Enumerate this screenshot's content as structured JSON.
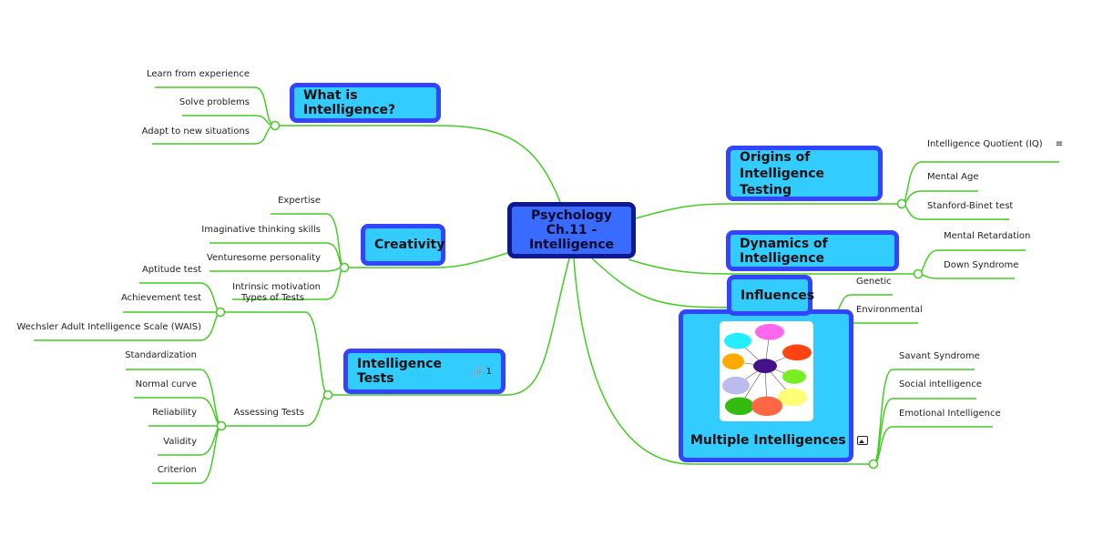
{
  "center": {
    "label": "Psychology Ch.11 - Intelligence"
  },
  "colors": {
    "line": "#44cc22",
    "topic_fill": "#33ccff",
    "topic_border": "#3344ff",
    "center_fill": "#3a6bff",
    "center_border": "#101890"
  },
  "topics": {
    "what": {
      "label": "What is Intelligence?",
      "leaves": [
        "Learn from experience",
        "Solve problems",
        "Adapt to new situations"
      ]
    },
    "creativity": {
      "label": "Creativity",
      "leaves": [
        "Expertise",
        "Imaginative thinking skills",
        "Venturesome personality",
        "Intrinsic motivation"
      ]
    },
    "tests": {
      "label": "Intelligence Tests",
      "link_icon": "link-icon",
      "link_count": "1",
      "types": {
        "label": "Types of Tests",
        "leaves": [
          "Aptitude test",
          "Achievement test",
          "Wechsler Adult Intelligence Scale (WAIS)"
        ]
      },
      "assessing": {
        "label": "Assessing Tests",
        "leaves": [
          "Standardization",
          "Normal curve",
          "Reliability",
          "Validity",
          "Criterion"
        ]
      }
    },
    "origins": {
      "label": "Origins of Intelligence Testing",
      "leaves": [
        "Intelligence Quotient (IQ)",
        "Mental Age",
        "Stanford-Binet test"
      ],
      "note_icon": "note-icon"
    },
    "dynamics": {
      "label": "Dynamics of Intelligence",
      "leaves": [
        "Mental Retardation",
        "Down Syndrome"
      ]
    },
    "influences": {
      "label": "Influences",
      "leaves": [
        "Genetic",
        "Environmental"
      ]
    },
    "multiple": {
      "label": "Multiple Intelligences",
      "image_icon": "image-icon",
      "leaves": [
        "Savant Syndrome",
        "Social intelligence",
        "Emotional Intelligence"
      ]
    }
  }
}
